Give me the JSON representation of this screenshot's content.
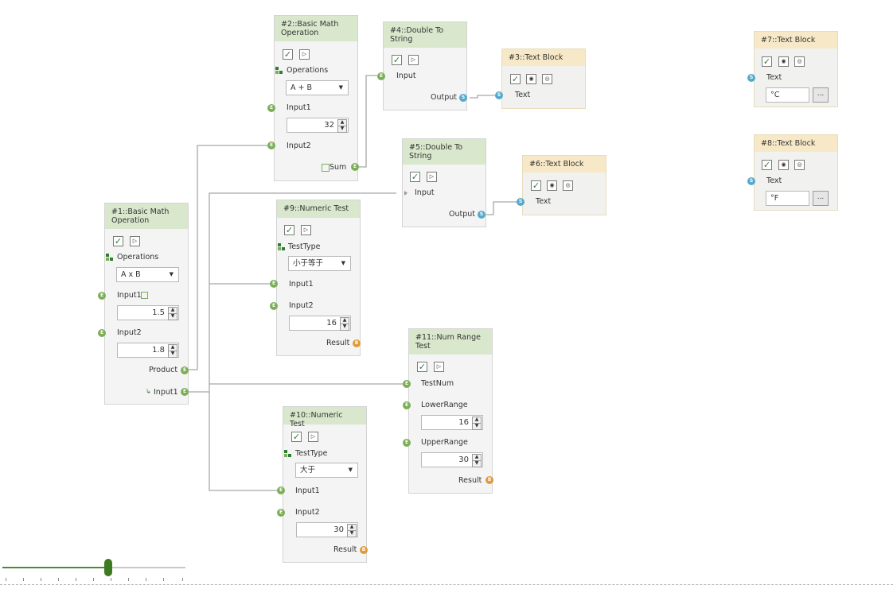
{
  "nodes": {
    "n1": {
      "title": "#1::Basic Math Operation",
      "operations_label": "Operations",
      "operation": "A x B",
      "input1_label": "Input1",
      "input1_value": "1.5",
      "input2_label": "Input2",
      "input2_value": "1.8",
      "product_label": "Product",
      "input1_out_label": "Input1"
    },
    "n2": {
      "title": "#2::Basic Math Operation",
      "operations_label": "Operations",
      "operation": "A + B",
      "input1_label": "Input1",
      "input1_value": "32",
      "input2_label": "Input2",
      "sum_label": "Sum"
    },
    "n3": {
      "title": "#3::Text Block",
      "text_label": "Text"
    },
    "n4": {
      "title": "#4::Double To String",
      "input_label": "Input",
      "output_label": "Output"
    },
    "n5": {
      "title": "#5::Double To String",
      "input_label": "Input",
      "output_label": "Output"
    },
    "n6": {
      "title": "#6::Text Block",
      "text_label": "Text"
    },
    "n7": {
      "title": "#7::Text Block",
      "text_label": "Text",
      "text_value": "°C"
    },
    "n8": {
      "title": "#8::Text Block",
      "text_label": "Text",
      "text_value": "°F"
    },
    "n9": {
      "title": "#9::Numeric Test",
      "testtype_label": "TestType",
      "testtype": "小于等于",
      "input1_label": "Input1",
      "input2_label": "Input2",
      "input2_value": "16",
      "result_label": "Result"
    },
    "n10": {
      "title": "#10::Numeric Test",
      "testtype_label": "TestType",
      "testtype": "大于",
      "input1_label": "Input1",
      "input2_label": "Input2",
      "input2_value": "30",
      "result_label": "Result"
    },
    "n11": {
      "title": "#11::Num Range Test",
      "testnum_label": "TestNum",
      "lower_label": "LowerRange",
      "lower_value": "16",
      "upper_label": "UpperRange",
      "upper_value": "30",
      "result_label": "Result"
    }
  },
  "common": {
    "dots": "...",
    "port_number": "E",
    "port_string": "S",
    "port_bool": "B"
  },
  "zoom_slider": {
    "level": 0.58
  },
  "colors": {
    "header_math": "#d9e8cd",
    "header_text": "#f7e9c7",
    "port_number": "#7cae57",
    "port_string": "#55a9cc",
    "port_bool": "#e09a3a",
    "slider": "#3d7b23"
  }
}
